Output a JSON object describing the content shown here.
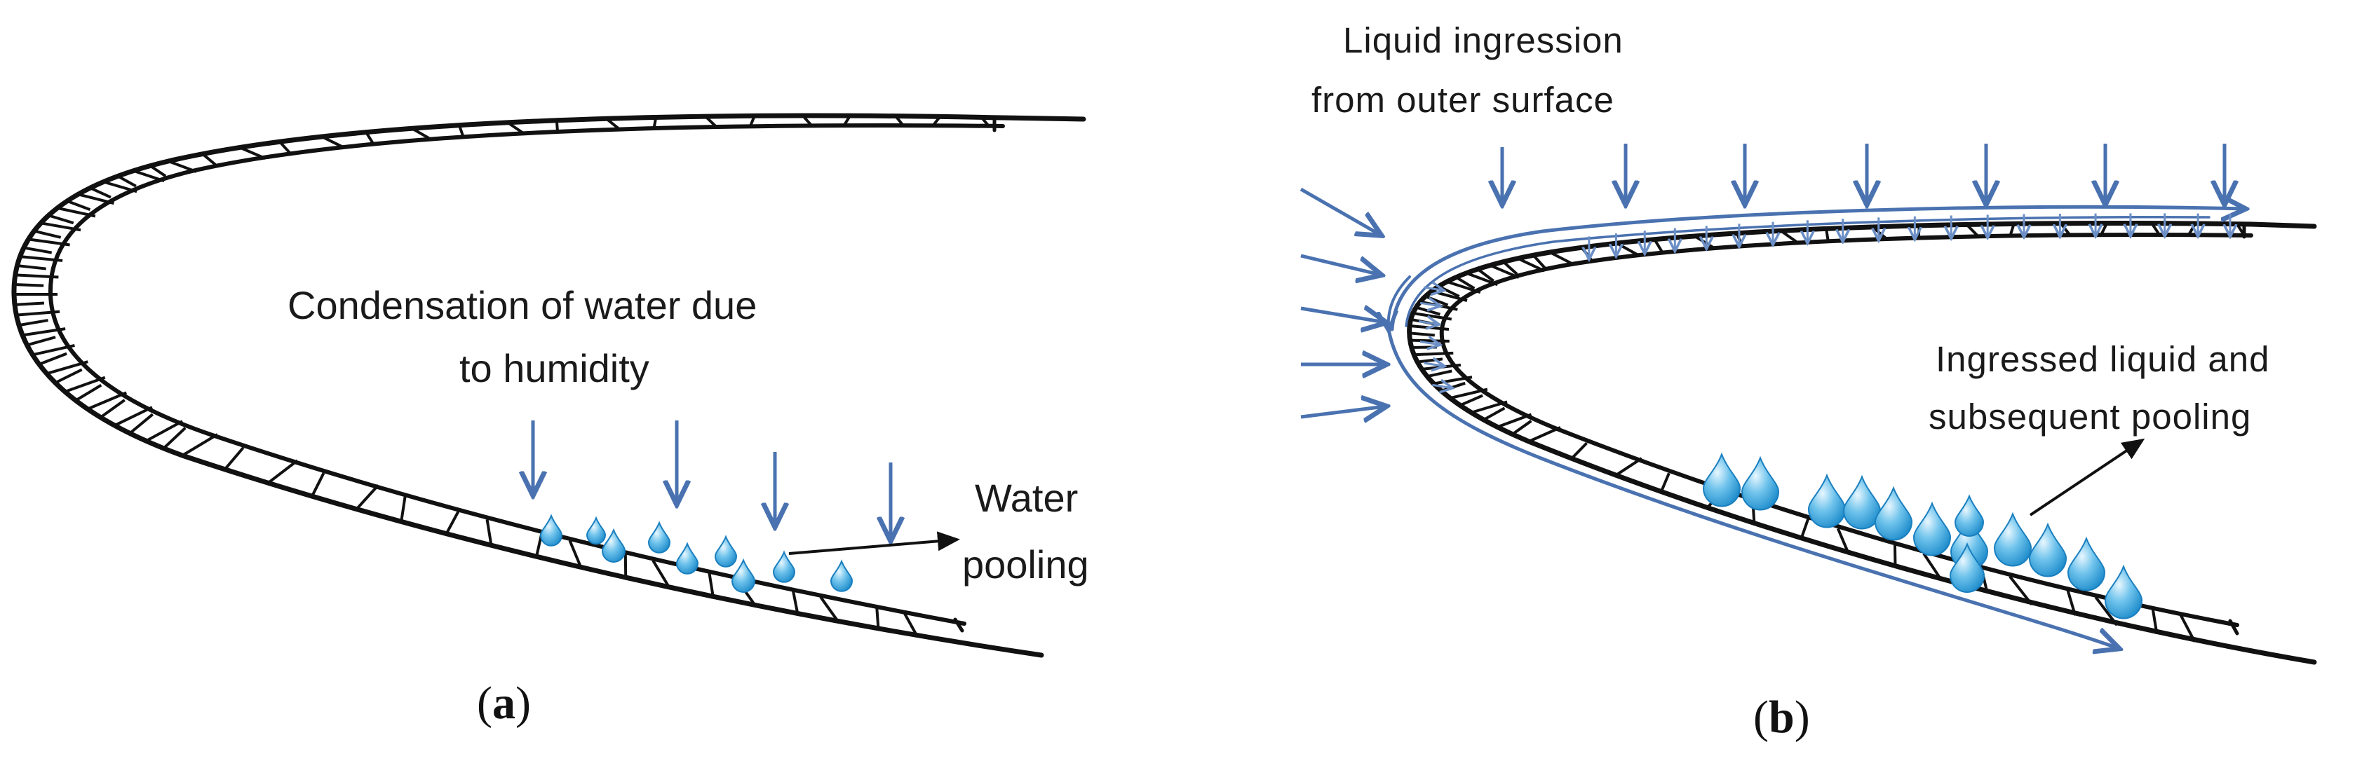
{
  "panel_a": {
    "caption_open": "(",
    "caption_letter": "a",
    "caption_close": ")",
    "label_condensation_line1": "Condensation of water due",
    "label_condensation_line2": "to humidity",
    "label_pooling_line1": "Water",
    "label_pooling_line2": "pooling"
  },
  "panel_b": {
    "caption_open": "(",
    "caption_letter": "b",
    "caption_close": ")",
    "label_ingression_line1": "Liquid  ingression",
    "label_ingression_line2": "from outer surface",
    "label_ingressed_line1": "Ingressed liquid and",
    "label_ingressed_line2": "subsequent  pooling"
  },
  "colors": {
    "arrow_blue": "#4a72b0",
    "drop_light": "#9fd8f3",
    "drop_dark": "#1787c8",
    "outline": "#111111"
  }
}
